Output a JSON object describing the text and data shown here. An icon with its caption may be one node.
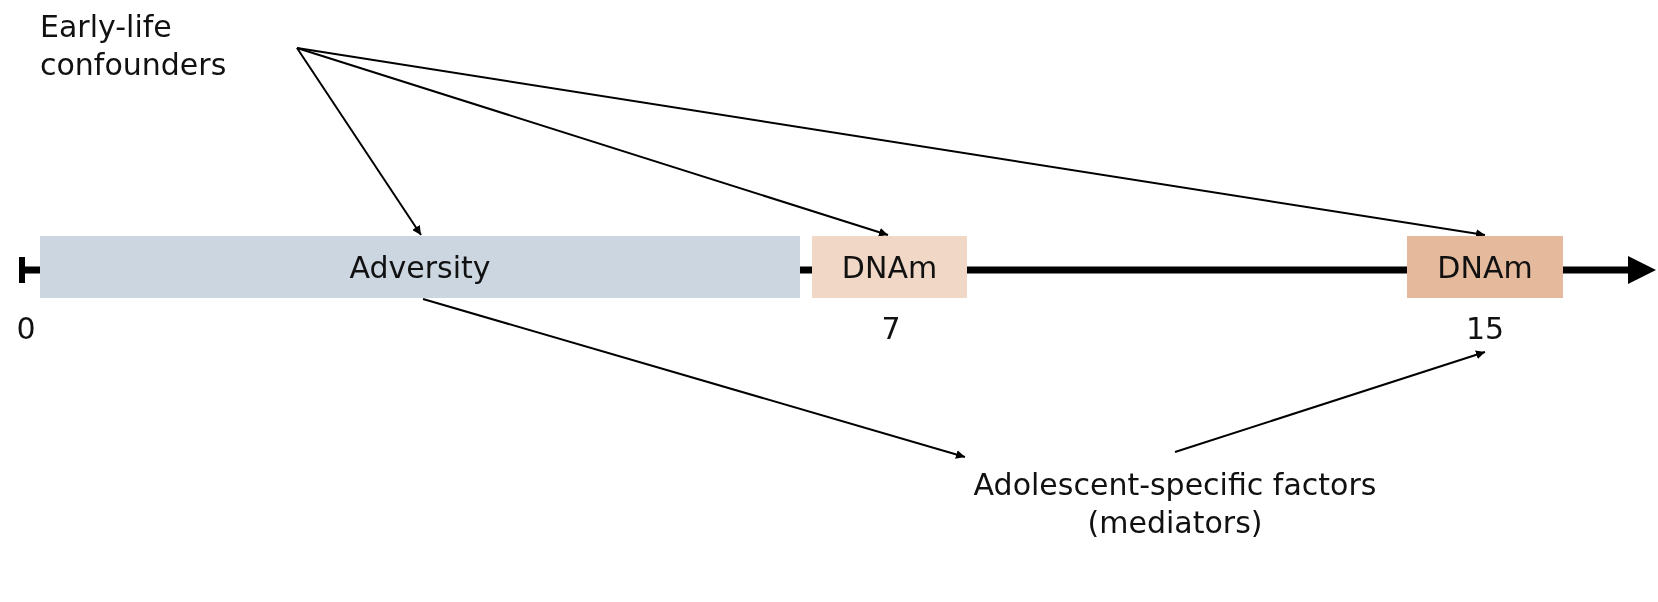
{
  "diagram": {
    "nodes": [
      {
        "text": [
          "Early-life confounders"
        ]
      },
      {
        "text": [
          "Adversity"
        ]
      },
      {
        "text": [
          "DNAm"
        ],
        "beside": [
          "7"
        ]
      },
      {
        "text": [
          "DNAm"
        ],
        "beside": [
          "15"
        ]
      },
      {
        "text": [
          "Adolescent-specific factors (mediators)"
        ]
      }
    ],
    "edges": [
      {
        "from": 0,
        "to": 1,
        "arrow": "to"
      },
      {
        "from": 0,
        "to": 2,
        "arrow": "to"
      },
      {
        "from": 0,
        "to": 3,
        "arrow": "to"
      },
      {
        "from": 1,
        "to": 4,
        "arrow": "to"
      },
      {
        "from": 4,
        "to": 3,
        "arrow": "to"
      }
    ],
    "labels": [
      "0"
    ]
  }
}
